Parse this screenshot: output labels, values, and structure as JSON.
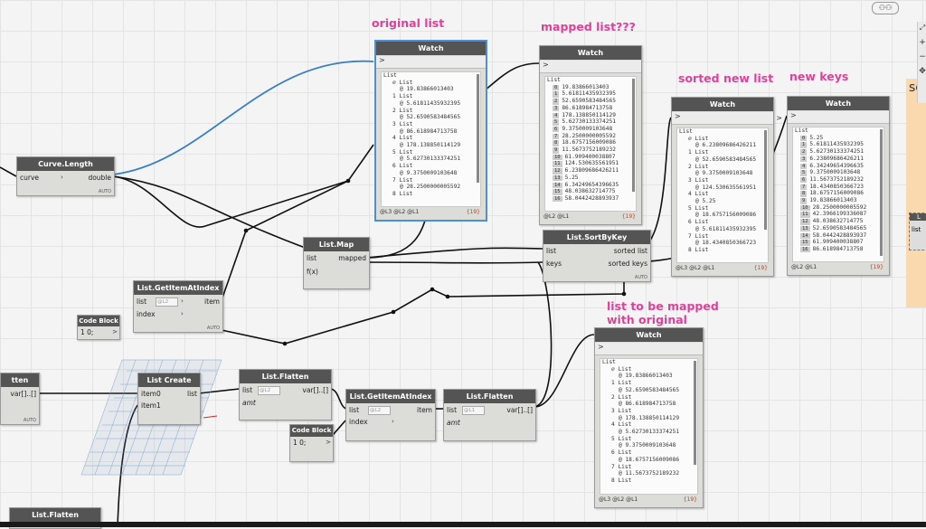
{
  "annotations": {
    "original": "original list",
    "mapped": "mapped list???",
    "sorted": "sorted new list",
    "keys": "new keys",
    "tobemapped": "list to be mapped",
    "withoriginal": "with original"
  },
  "nodes": {
    "curve_length": {
      "title": "Curve.Length",
      "in": [
        "curve"
      ],
      "out": [
        "double"
      ]
    },
    "list_map": {
      "title": "List.Map",
      "in": [
        "list",
        "f(x)"
      ],
      "out": [
        "mapped"
      ]
    },
    "get_item_1": {
      "title": "List.GetItemAtIndex",
      "in": [
        "list",
        "index"
      ],
      "out": [
        "item"
      ],
      "placeholder": "@L2"
    },
    "code_block_1": {
      "title": "Code Block",
      "code": "1 0;"
    },
    "code_block_2": {
      "title": "Code Block",
      "code": "1 0;"
    },
    "list_create": {
      "title": "List Create",
      "in": [
        "item0",
        "item1"
      ],
      "out": [
        "list"
      ]
    },
    "flatten_1": {
      "title": "List.Flatten",
      "in": [
        "list",
        "amt"
      ],
      "out": [
        "var[]..[]"
      ],
      "placeholder": "@L2"
    },
    "get_item_2": {
      "title": "List.GetItemAtIndex",
      "in": [
        "list",
        "index"
      ],
      "out": [
        "item"
      ],
      "placeholder": "@L2"
    },
    "flatten_2": {
      "title": "List.Flatten",
      "in": [
        "list",
        "amt"
      ],
      "out": [
        "var[]..[]"
      ],
      "placeholder": "@L1"
    },
    "sort_by_key": {
      "title": "List.SortByKey",
      "in": [
        "list",
        "keys"
      ],
      "out": [
        "sorted list",
        "sorted keys"
      ]
    },
    "flatten_3": {
      "title": "List.Flatten"
    },
    "left_node": {
      "title": "tten",
      "out": [
        "var[]..[]"
      ]
    },
    "watch_orig": {
      "title": "Watch",
      "levels": "@L3 @L2 @L1",
      "count": "{19}",
      "rows": [
        [
          "List",
          ""
        ],
        [
          "",
          "⌀ List"
        ],
        [
          "",
          "@ 19.83866013403"
        ],
        [
          "",
          "1 List"
        ],
        [
          "",
          "@ 5.61811435932395"
        ],
        [
          "",
          "2 List"
        ],
        [
          "",
          "@ 52.6590583484565"
        ],
        [
          "",
          "3 List"
        ],
        [
          "",
          "@ 86.618984713758"
        ],
        [
          "",
          "4 List"
        ],
        [
          "",
          "@ 178.138850114129"
        ],
        [
          "",
          "5 List"
        ],
        [
          "",
          "@ 5.62730133374251"
        ],
        [
          "",
          "6 List"
        ],
        [
          "",
          "@ 9.3750009103648"
        ],
        [
          "",
          "7 List"
        ],
        [
          "",
          "@ 28.2500000005592"
        ],
        [
          "",
          "8 List"
        ]
      ]
    },
    "watch_mapped": {
      "title": "Watch",
      "levels": "@L2 @L1",
      "count": "{19}",
      "rows": [
        [
          "List",
          ""
        ],
        [
          "0",
          "19.83866013403"
        ],
        [
          "1",
          "5.61811435932395"
        ],
        [
          "2",
          "52.6590583484565"
        ],
        [
          "3",
          "86.618984713758"
        ],
        [
          "4",
          "178.138850114129"
        ],
        [
          "5",
          "5.62730133374251"
        ],
        [
          "6",
          "9.3750009103648"
        ],
        [
          "7",
          "28.2500000005592"
        ],
        [
          "8",
          "18.6757156009086"
        ],
        [
          "9",
          "11.5673752189232"
        ],
        [
          "10",
          "61.909400038807"
        ],
        [
          "11",
          "124.530635561951"
        ],
        [
          "12",
          "6.23809686426211"
        ],
        [
          "13",
          "5.25"
        ],
        [
          "14",
          "6.34249654396635"
        ],
        [
          "15",
          "48.038632714775"
        ],
        [
          "16",
          "58.0442428893937"
        ]
      ]
    },
    "watch_sorted": {
      "title": "Watch",
      "levels": "@L3 @L2 @L1",
      "count": "{19}",
      "rows": [
        [
          "List",
          ""
        ],
        [
          "",
          "⌀ List"
        ],
        [
          "",
          "@ 6.23809686426211"
        ],
        [
          "",
          "1 List"
        ],
        [
          "",
          "@ 52.6590583484565"
        ],
        [
          "",
          "2 List"
        ],
        [
          "",
          "@ 9.3750009103648"
        ],
        [
          "",
          "3 List"
        ],
        [
          "",
          "@ 124.530635561951"
        ],
        [
          "",
          "4 List"
        ],
        [
          "",
          "@ 5.25"
        ],
        [
          "",
          "5 List"
        ],
        [
          "",
          "@ 18.6757156009086"
        ],
        [
          "",
          "6 List"
        ],
        [
          "",
          "@ 5.61811435932395"
        ],
        [
          "",
          "7 List"
        ],
        [
          "",
          "@ 18.4340850366723"
        ],
        [
          "",
          "8 List"
        ]
      ]
    },
    "watch_keys": {
      "title": "Watch",
      "levels": "@L2 @L1",
      "count": "{19}",
      "rows": [
        [
          "List",
          ""
        ],
        [
          "0",
          "5.25"
        ],
        [
          "1",
          "5.61811435932395"
        ],
        [
          "2",
          "5.62730133374251"
        ],
        [
          "3",
          "6.23809686426211"
        ],
        [
          "4",
          "6.34249654396635"
        ],
        [
          "5",
          "9.3750009103648"
        ],
        [
          "6",
          "11.5673752189232"
        ],
        [
          "7",
          "18.4340850366723"
        ],
        [
          "8",
          "18.6757156009086"
        ],
        [
          "9",
          "19.83866013403"
        ],
        [
          "10",
          "28.2500000005592"
        ],
        [
          "11",
          "42.3966199336087"
        ],
        [
          "12",
          "48.038632714775"
        ],
        [
          "13",
          "52.6590583484565"
        ],
        [
          "14",
          "58.0442428893937"
        ],
        [
          "15",
          "61.909400038807"
        ],
        [
          "16",
          "86.618984713758"
        ]
      ]
    },
    "watch_tbm": {
      "title": "Watch",
      "levels": "@L3 @L2 @L1",
      "count": "{19}",
      "rows": [
        [
          "List",
          ""
        ],
        [
          "",
          "⌀ List"
        ],
        [
          "",
          "@ 19.83866013403"
        ],
        [
          "",
          "1 List"
        ],
        [
          "",
          "@ 52.6590583484565"
        ],
        [
          "",
          "2 List"
        ],
        [
          "",
          "@ 86.618984713758"
        ],
        [
          "",
          "3 List"
        ],
        [
          "",
          "@ 178.138850114129"
        ],
        [
          "",
          "4 List"
        ],
        [
          "",
          "@ 5.62730133374251"
        ],
        [
          "",
          "5 List"
        ],
        [
          "",
          "@ 9.3750009103648"
        ],
        [
          "",
          "6 List"
        ],
        [
          "",
          "@ 18.6757156009086"
        ],
        [
          "",
          "7 List"
        ],
        [
          "",
          "@ 11.5673752189232"
        ],
        [
          "",
          "8 List"
        ]
      ]
    }
  },
  "misc": {
    "right_label": "se",
    "right_node_title": "L",
    "right_node_port": "list",
    "auto": "AUTO"
  }
}
